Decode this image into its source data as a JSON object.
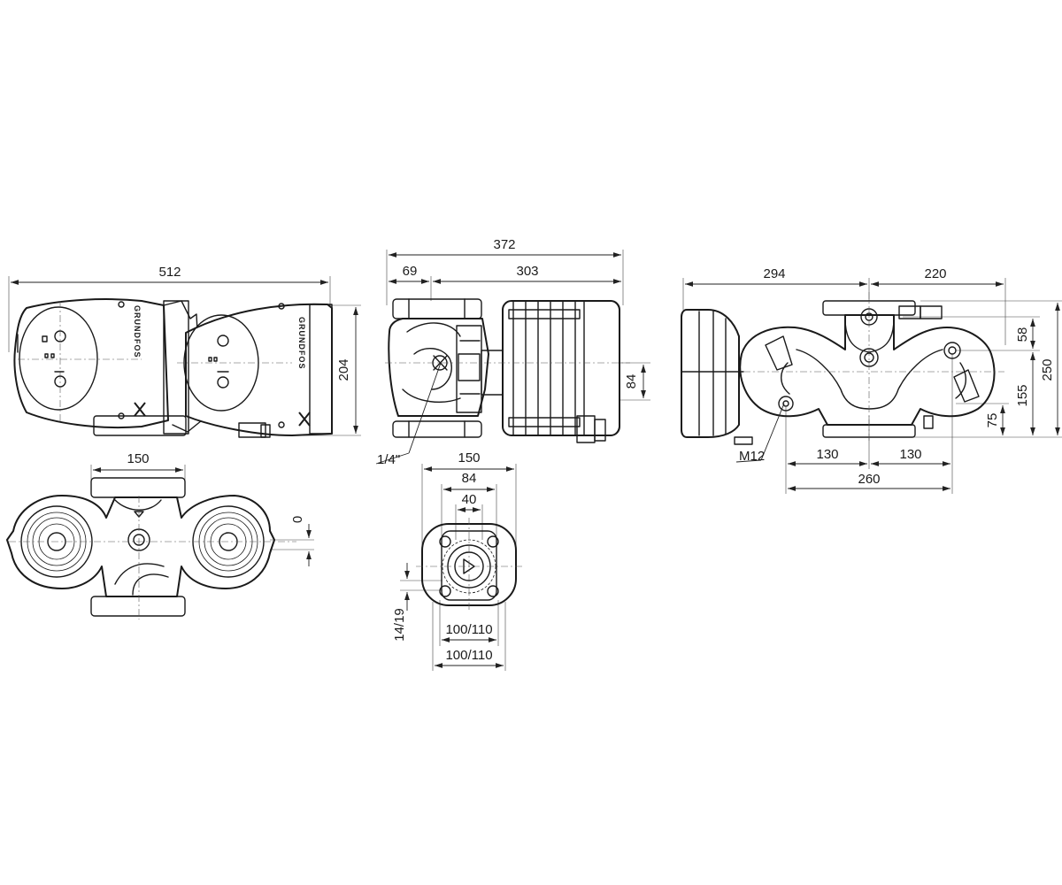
{
  "brand": "GRUNDFOS",
  "views": {
    "top_view": {
      "dims": {
        "overall_length": "512",
        "height": "204"
      }
    },
    "bottom_view": {
      "dims": {
        "port_spacing": "150",
        "offset": "0"
      }
    },
    "side_view": {
      "dims": {
        "overall_length": "372",
        "head": "69",
        "motor": "303",
        "axis_height": "84",
        "thread": "1/4\""
      }
    },
    "flange_view": {
      "dims": {
        "flange_width": "150",
        "inner": "84",
        "bore": "40",
        "hole": "14/19",
        "bolt_circle_a": "100/110",
        "bolt_circle_b": "100/110"
      }
    },
    "front_view": {
      "dims": {
        "left_width": "294",
        "right_width": "220",
        "top_offset": "58",
        "total_height": "250",
        "port_height": "155",
        "base_height": "75",
        "thread": "M12",
        "half_left": "130",
        "half_right": "130",
        "port_total": "260"
      }
    }
  }
}
